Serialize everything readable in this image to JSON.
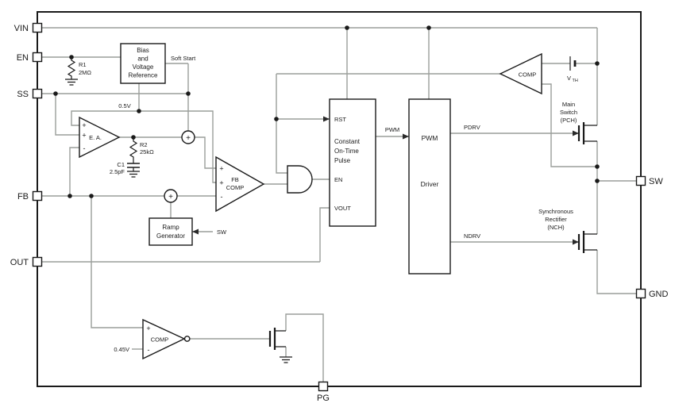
{
  "colors": {
    "ink": "#1a1a1a",
    "wire": "#9a9e9a",
    "background": "#ffffff"
  },
  "pins": {
    "vin": "VIN",
    "en": "EN",
    "ss": "SS",
    "fb": "FB",
    "out": "OUT",
    "sw": "SW",
    "gnd": "GND",
    "pg": "PG"
  },
  "blocks": {
    "bias": {
      "l1": "Bias",
      "l2": "and",
      "l3": "Voltage",
      "l4": "Reference"
    },
    "error_amp": {
      "label": "E. A."
    },
    "fb_comp": {
      "l1": "FB",
      "l2": "COMP"
    },
    "cot": {
      "l1": "Constant",
      "l2": "On-Time",
      "l3": "Pulse",
      "rst": "RST",
      "en": "EN",
      "vout": "VOUT"
    },
    "driver": {
      "l1": "PWM",
      "l2": "Driver"
    },
    "ramp": {
      "l1": "Ramp",
      "l2": "Generator"
    },
    "ilim_comp": {
      "label": "COMP"
    },
    "pg_comp": {
      "label": "COMP"
    }
  },
  "signals": {
    "soft_start": "Soft Start",
    "vref": "0.5V",
    "pg_ref": "0.45V",
    "pwm": "PWM",
    "pdrv": "PDRV",
    "ndrv": "NDRV",
    "ramp_sw": "SW",
    "vth_base": "V",
    "vth_sub": "TH"
  },
  "components": {
    "r1": {
      "ref": "R1",
      "value": "2MΩ"
    },
    "r2": {
      "ref": "R2",
      "value": "25kΩ"
    },
    "c1": {
      "ref": "C1",
      "value": "2.5pF"
    },
    "main_switch": {
      "l1": "Main",
      "l2": "Switch",
      "l3": "(PCH)"
    },
    "sync_rect": {
      "l1": "Synchronous",
      "l2": "Rectifier",
      "l3": "(NCH)"
    }
  },
  "ops": {
    "plus": "+",
    "minus": "-"
  }
}
